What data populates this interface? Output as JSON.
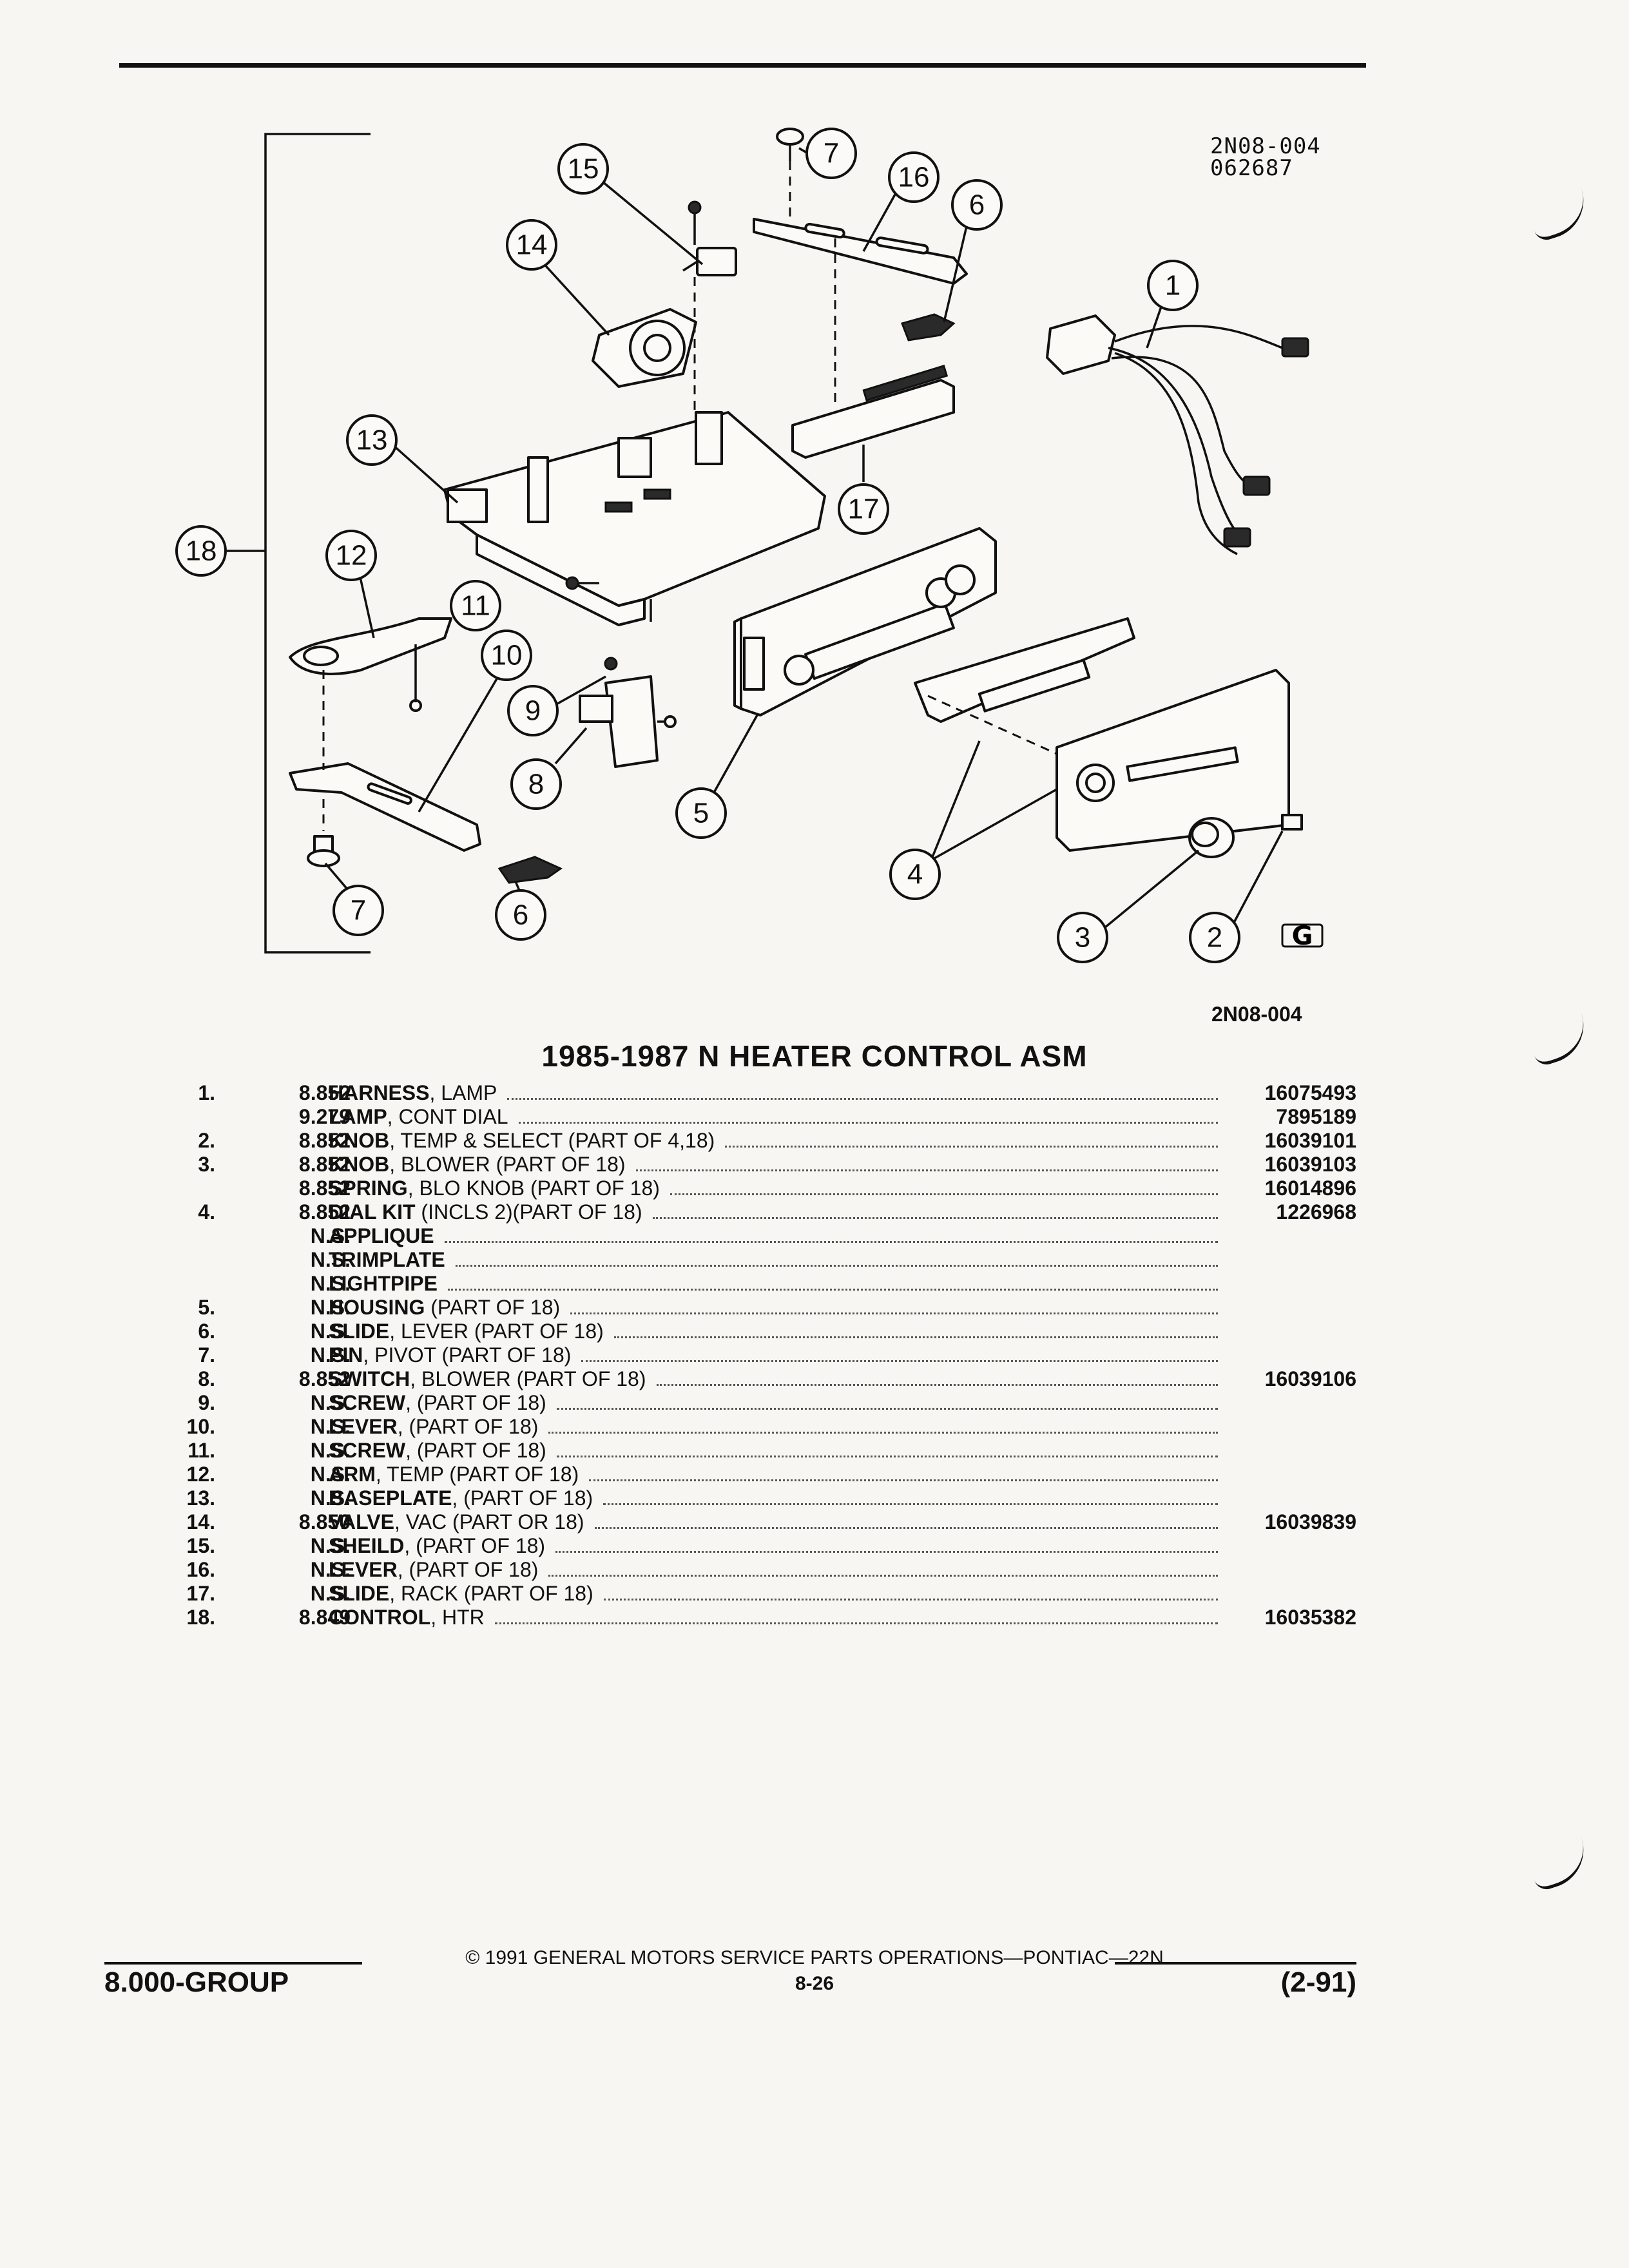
{
  "header": {
    "figure_code": "2N08-004",
    "figure_date": "062687"
  },
  "figure_caption": "2N08-004",
  "callouts": [
    "18",
    "15",
    "7",
    "16",
    "6",
    "1",
    "14",
    "13",
    "17",
    "12",
    "11",
    "10",
    "9",
    "8",
    "5",
    "4",
    "7",
    "6",
    "3",
    "2"
  ],
  "logo_glyph": "G",
  "parts_list": {
    "title": "1985-1987 N HEATER CONTROL ASM",
    "rows": [
      {
        "num": "1.",
        "group": "8.852",
        "name": "HARNESS",
        "desc": ", LAMP",
        "part": "16075493"
      },
      {
        "num": "",
        "group": "9.279",
        "name": "LAMP",
        "desc": ", CONT DIAL",
        "part": "7895189"
      },
      {
        "num": "2.",
        "group": "8.852",
        "name": "KNOB",
        "desc": ", TEMP & SELECT (PART OF 4,18)",
        "part": "16039101"
      },
      {
        "num": "3.",
        "group": "8.852",
        "name": "KNOB",
        "desc": ", BLOWER (PART OF 18)",
        "part": "16039103"
      },
      {
        "num": "",
        "group": "8.852",
        "name": "SPRING",
        "desc": ", BLO KNOB (PART OF 18)",
        "part": "16014896"
      },
      {
        "num": "4.",
        "group": "8.852",
        "name": "DIAL KIT",
        "desc": " (INCLS 2)(PART OF 18)",
        "part": "1226968"
      },
      {
        "num": "",
        "group": "N.S.",
        "name": "APPLIQUE",
        "desc": "",
        "part": ""
      },
      {
        "num": "",
        "group": "N.S.",
        "name": "TRIMPLATE",
        "desc": "",
        "part": ""
      },
      {
        "num": "",
        "group": "N.S.",
        "name": "LIGHTPIPE",
        "desc": "",
        "part": ""
      },
      {
        "num": "5.",
        "group": "N.S.",
        "name": "HOUSING",
        "desc": " (PART OF 18)",
        "part": ""
      },
      {
        "num": "6.",
        "group": "N.S.",
        "name": "SLIDE",
        "desc": ", LEVER (PART OF 18)",
        "part": ""
      },
      {
        "num": "7.",
        "group": "N.S.",
        "name": "PIN",
        "desc": ", PIVOT (PART OF 18)",
        "part": ""
      },
      {
        "num": "8.",
        "group": "8.852",
        "name": "SWITCH",
        "desc": ", BLOWER (PART OF 18)",
        "part": "16039106"
      },
      {
        "num": "9.",
        "group": "N.S.",
        "name": "SCREW",
        "desc": ", (PART OF 18)",
        "part": ""
      },
      {
        "num": "10.",
        "group": "N.S.",
        "name": "LEVER",
        "desc": ", (PART OF 18)",
        "part": ""
      },
      {
        "num": "11.",
        "group": "N.S.",
        "name": "SCREW",
        "desc": ", (PART OF 18)",
        "part": ""
      },
      {
        "num": "12.",
        "group": "N.S.",
        "name": "ARM",
        "desc": ", TEMP (PART OF 18)",
        "part": ""
      },
      {
        "num": "13.",
        "group": "N.S.",
        "name": "BASEPLATE",
        "desc": ", (PART OF 18)",
        "part": ""
      },
      {
        "num": "14.",
        "group": "8.850",
        "name": "VALVE",
        "desc": ", VAC (PART OR 18)",
        "part": "16039839"
      },
      {
        "num": "15.",
        "group": "N.S.",
        "name": "SHEILD",
        "desc": ", (PART OF 18)",
        "part": ""
      },
      {
        "num": "16.",
        "group": "N.S.",
        "name": "LEVER",
        "desc": ", (PART OF 18)",
        "part": ""
      },
      {
        "num": "17.",
        "group": "N.S.",
        "name": "SLIDE",
        "desc": ", RACK (PART OF 18)",
        "part": ""
      },
      {
        "num": "18.",
        "group": "8.849",
        "name": "CONTROL",
        "desc": ", HTR",
        "part": "16035382"
      }
    ]
  },
  "footer": {
    "group": "8.000-GROUP",
    "copyright": "© 1991 GENERAL MOTORS SERVICE PARTS OPERATIONS—PONTIAC—22N",
    "page": "8-26",
    "date": "(2-91)"
  }
}
